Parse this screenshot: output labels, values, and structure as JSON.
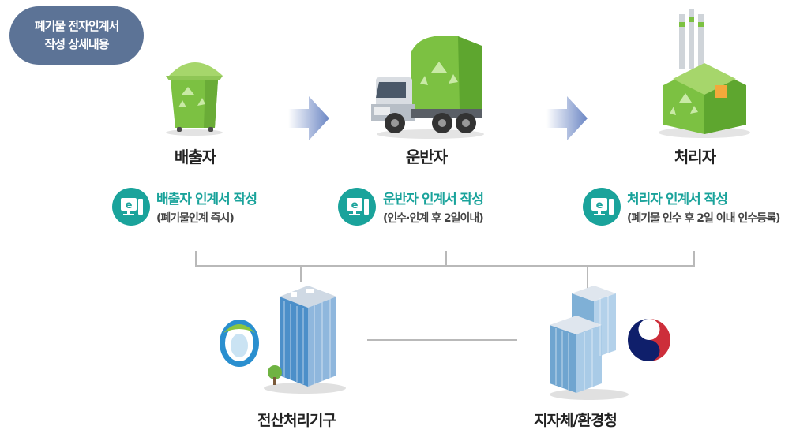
{
  "badge": {
    "line1": "폐기물 전자인계서",
    "line2": "작성 상세내용"
  },
  "stages": [
    {
      "name": "배출자",
      "doc_title": "배출자 인계서 작성",
      "doc_sub": "(폐기물인계 즉시)"
    },
    {
      "name": "운반자",
      "doc_title": "운반자 인계서 작성",
      "doc_sub": "(인수·인계 후 2일이내)"
    },
    {
      "name": "처리자",
      "doc_title": "처리자 인계서 작성",
      "doc_sub": "(폐기물 인수 후 2일 이내 인수등록)"
    }
  ],
  "bottom": {
    "left": "전산처리기구",
    "right": "지자체/환경청"
  },
  "icon_letter": "e",
  "colors": {
    "badge": "#5c7396",
    "teal": "#1aa39b",
    "green": "#7cc142",
    "arrow": "#6b86c4"
  }
}
